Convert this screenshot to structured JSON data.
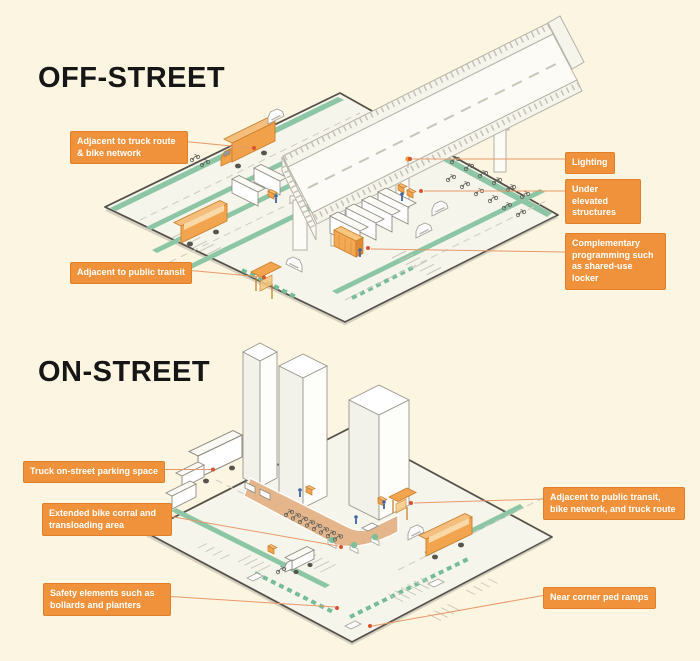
{
  "page": {
    "background_color": "#FBF5E1",
    "accent_color": "#F0923C",
    "bike_lane_green": "#8CC6A4",
    "leader_line_color": "#E8996B",
    "leader_dot_color": "#D9532F"
  },
  "off_street": {
    "title": "OFF-STREET",
    "callouts": {
      "truck_route": "Adjacent to truck route & bike network",
      "public_transit": "Adjacent to public transit",
      "lighting": "Lighting",
      "under_elevated": "Under elevated structures",
      "complementary": "Complementary programming such as shared-use locker"
    }
  },
  "on_street": {
    "title": "ON-STREET",
    "callouts": {
      "truck_parking": "Truck on-street parking space",
      "bike_corral": "Extended bike corral and transloading area",
      "safety": "Safety elements such as bollards and planters",
      "transit_network": "Adjacent to public transit, bike network, and truck route",
      "ped_ramps": "Near corner ped ramps"
    }
  }
}
